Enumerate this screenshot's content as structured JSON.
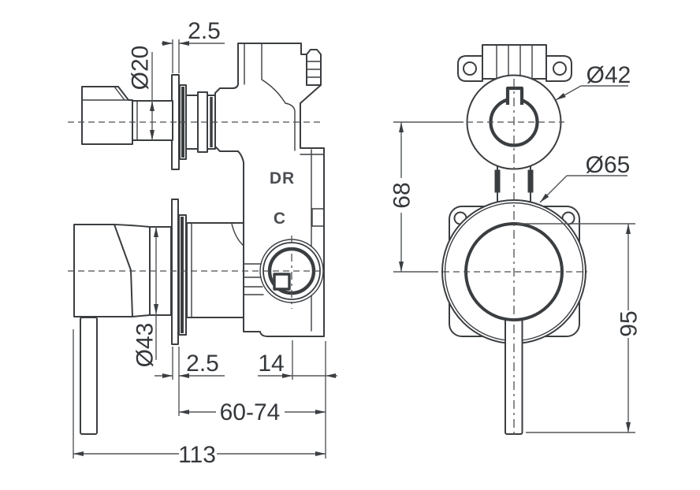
{
  "drawing": {
    "description": "Technical dimension drawing of a wall-mounted shower mixer with diverter, side view and front view",
    "line_color": "#3b3e41",
    "dimension_color": "#54575a",
    "background": "#ffffff"
  },
  "side_view": {
    "markings": {
      "upper": "DR",
      "lower": "C"
    },
    "dims": {
      "flange_thickness_top": "2.5",
      "stem_diameter": "Ø20",
      "handle_diameter": "Ø43",
      "flange_thickness_bottom": "2.5",
      "outlet_offset": "14",
      "installation_depth": "60-74",
      "overall_depth": "113"
    }
  },
  "front_view": {
    "dims": {
      "diverter_trim_diameter": "Ø42",
      "trim_plate_diameter": "Ø65",
      "centres_distance": "68",
      "handle_length": "95"
    }
  }
}
